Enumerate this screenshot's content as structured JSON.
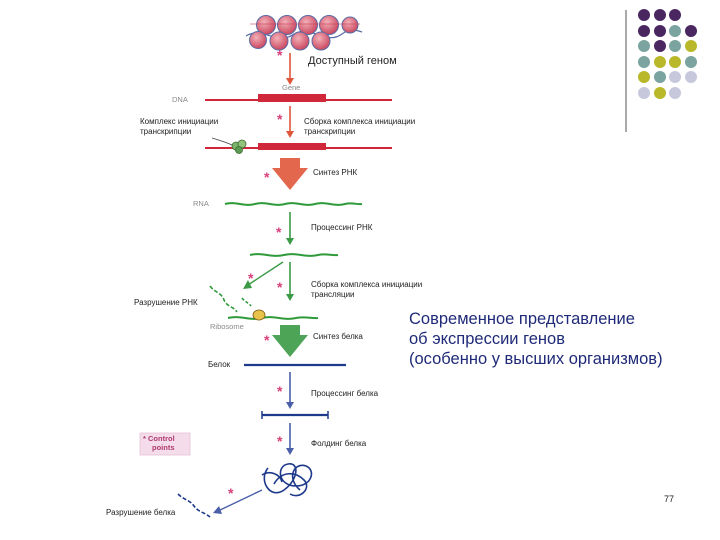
{
  "labels": {
    "accessible_genome": "Доступный геном",
    "dna": "DNA",
    "gene": "Gene",
    "complex_init_line1": "Комплекс инициации",
    "complex_init_line2": "транскрипции",
    "assembly_tx_line1": "Сборка комплекса инициации",
    "assembly_tx_line2": "транскрипции",
    "rna_synthesis": "Синтез РНК",
    "rna": "RNA",
    "rna_processing": "Процессинг РНК",
    "assembly_tl_line1": "Сборка комплекса инициации",
    "assembly_tl_line2": "трансляции",
    "rna_degradation": "Разрушение РНК",
    "ribosome": "Ribosome",
    "protein_synthesis": "Синтез белка",
    "protein": "Белок",
    "protein_processing": "Процессинг белка",
    "protein_folding": "Фолдинг белка",
    "protein_degradation": "Разрушение белка",
    "control_points_line1": "Control",
    "control_points_line2": "points",
    "control_marker": "*"
  },
  "heading": {
    "line1": "Современное представление",
    "line2": "об экспрессии генов",
    "line3": "(особенно у высших организмов)"
  },
  "page_number": "77",
  "colors": {
    "dna_red": "#d0283a",
    "rna_green": "#2f9a3a",
    "protein_blue": "#1e3a8a",
    "marker_pink": "#d9407a",
    "arrow_red": "#e0563a",
    "arrow_green": "#3a9a45",
    "arrow_blue": "#4a5fa8",
    "heading_blue": "#1f2a78",
    "dot_purple": "#4b2762",
    "dot_teal": "#7ba3a0",
    "dot_olive": "#b8b82a",
    "dot_lavender": "#c8c8dc"
  },
  "decoration": {
    "dot_grid": [
      [
        "purple",
        "purple",
        "purple"
      ],
      [
        "purple",
        "purple",
        "teal",
        "purple"
      ],
      [
        "teal",
        "purple",
        "teal",
        "olive"
      ],
      [
        "teal",
        "olive",
        "olive",
        "teal"
      ],
      [
        "olive",
        "teal",
        "lavender",
        "lavender"
      ],
      [
        "lavender",
        "olive",
        "lavender"
      ]
    ]
  }
}
